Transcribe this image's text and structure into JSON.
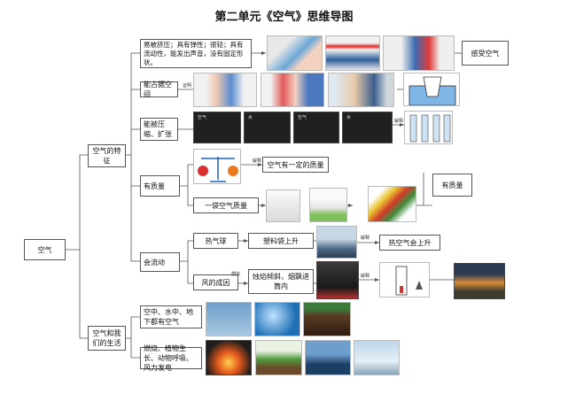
{
  "title": "第二单元《空气》思维导图",
  "root": "空气",
  "branch_features": "空气的特征",
  "branch_life": "空气和我们的生活",
  "features": {
    "squeeze": "易被挤压；具有弹性；很轻；具有流动性，能发出声音，没有固定形状。",
    "feel_air": "感受空气",
    "space": "能占据空间",
    "proof_tag": "证明",
    "compress": "能被压缩、扩张",
    "compress_explain_tag": "解释",
    "syringe_labels": [
      "空气",
      "水",
      "空气",
      "水"
    ],
    "mass": "有质量",
    "mass_explain_tag": "解释",
    "mass_statement": "空气有一定的质量",
    "bag_mass": "一袋空气质量",
    "mass_result": "有质量",
    "flow": "会流动",
    "hot_air_balloon": "热气球",
    "bag_rises": "塑料袋上升",
    "hot_explain_tag": "解释",
    "hot_air_rises": "热空气会上升",
    "wind": "风的成因",
    "simulate_tag": "模拟",
    "candle_smoke": "烛焰倾斜，烟飘进筒内",
    "wind_explain_tag": "解释"
  },
  "life": {
    "everywhere": "空中、水中、地下都有空气",
    "uses": "燃烧、植物生长、动物呼吸、风力发电"
  }
}
